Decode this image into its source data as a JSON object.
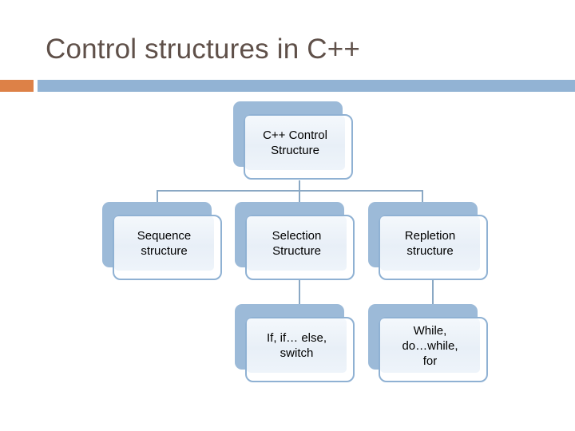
{
  "slide": {
    "title": "Control structures in C++",
    "background_color": "#ffffff",
    "title_color": "#5f5049"
  },
  "divider": {
    "accent_color": "#dd8147",
    "bar_color": "#92b3d4"
  },
  "diagram": {
    "type": "hierarchy-tree",
    "connector_color": "#8aa8c4",
    "node_shadow_color": "#9cbad8",
    "node_border_color": "#8fb1d3",
    "node_fill_color": "#eef4fa",
    "node_text_color": "#000000",
    "nodes": [
      {
        "id": "root",
        "label": "C++ Control\nStructure",
        "level": 0
      },
      {
        "id": "sequence",
        "label": "Sequence\nstructure",
        "level": 1
      },
      {
        "id": "selection",
        "label": "Selection\nStructure",
        "level": 1
      },
      {
        "id": "repletion",
        "label": "Repletion\nstructure",
        "level": 1
      },
      {
        "id": "selection-children",
        "label": "If, if… else,\nswitch",
        "level": 2
      },
      {
        "id": "repletion-children",
        "label": "While,\ndo…while,\nfor",
        "level": 2
      }
    ]
  }
}
